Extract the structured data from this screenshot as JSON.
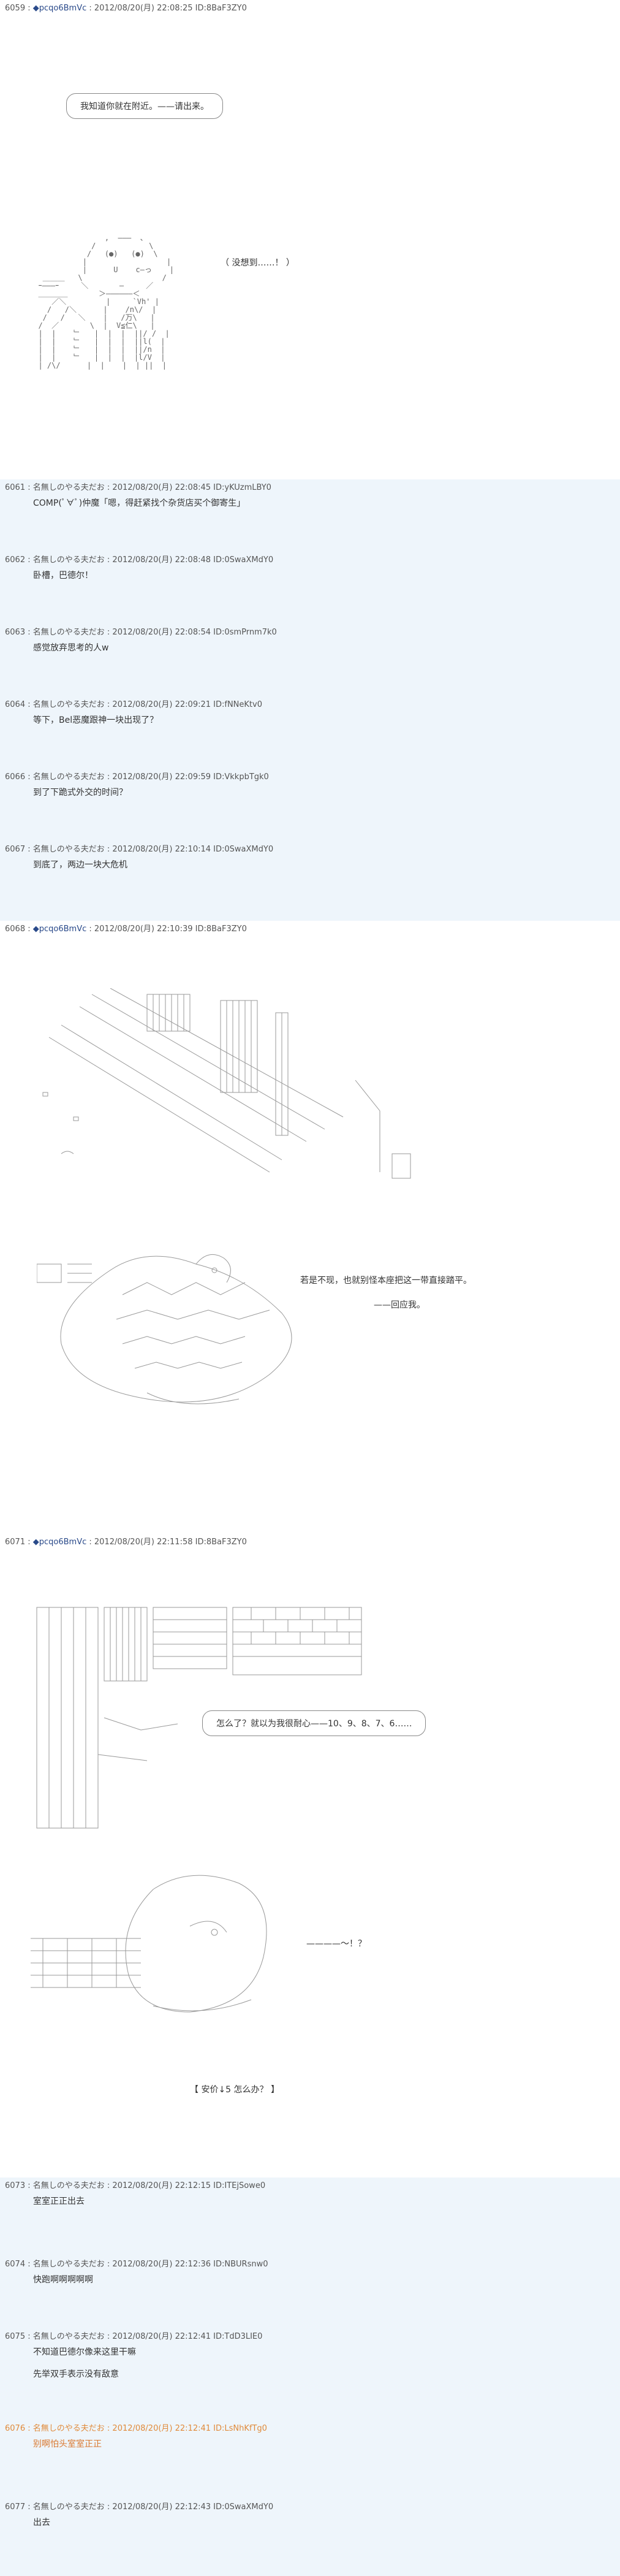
{
  "posts": [
    {
      "num": "6059",
      "name": "◆pcqo6BmVc",
      "date": "2012/08/20(月) 22:08:25",
      "id": "ID:8BaF3ZY0"
    },
    {
      "num": "6061",
      "name": "名無しのやる夫だお",
      "date": "2012/08/20(月) 22:08:45",
      "id": "ID:yKUzmLBY0",
      "text": "COMP(ﾟ∀ﾟ)仲魔「嗯，得赶紧找个杂货店买个御寄生」"
    },
    {
      "num": "6062",
      "name": "名無しのやる夫だお",
      "date": "2012/08/20(月) 22:08:48",
      "id": "ID:0SwaXMdY0",
      "text": "卧槽，巴德尔！"
    },
    {
      "num": "6063",
      "name": "名無しのやる夫だお",
      "date": "2012/08/20(月) 22:08:54",
      "id": "ID:0smPrnm7k0",
      "text": "感觉放弃思考的人w"
    },
    {
      "num": "6064",
      "name": "名無しのやる夫だお",
      "date": "2012/08/20(月) 22:09:21",
      "id": "ID:fNNeKtv0",
      "text": "等下，Bel恶魔跟神一块出现了？"
    },
    {
      "num": "6066",
      "name": "名無しのやる夫だお",
      "date": "2012/08/20(月) 22:09:59",
      "id": "ID:VkkpbTgk0",
      "text": "到了下跪式外交的时间？"
    },
    {
      "num": "6067",
      "name": "名無しのやる夫だお",
      "date": "2012/08/20(月) 22:10:14",
      "id": "ID:0SwaXMdY0",
      "text": "到底了，两边一块大危机"
    },
    {
      "num": "6068",
      "name": "◆pcqo6BmVc",
      "date": "2012/08/20(月) 22:10:39",
      "id": "ID:8BaF3ZY0"
    },
    {
      "num": "6071",
      "name": "◆pcqo6BmVc",
      "date": "2012/08/20(月) 22:11:58",
      "id": "ID:8BaF3ZY0"
    },
    {
      "num": "6073",
      "name": "名無しのやる夫だお",
      "date": "2012/08/20(月) 22:12:15",
      "id": "ID:ITEjSowe0",
      "text": "室室正正出去"
    },
    {
      "num": "6074",
      "name": "名無しのやる夫だお",
      "date": "2012/08/20(月) 22:12:36",
      "id": "ID:NBURsnw0",
      "text": "快跑啊啊啊啊啊"
    },
    {
      "num": "6075",
      "name": "名無しのやる夫だお",
      "date": "2012/08/20(月) 22:12:41",
      "id": "ID:TdD3LIE0",
      "text": "不知道巴德尔像来这里干嘛\n\n先举双手表示没有敌意"
    },
    {
      "num": "6076",
      "name": "名無しのやる夫だお",
      "date": "2012/08/20(月) 22:12:41",
      "id": "ID:LsNhKfTg0",
      "text": "别啊怕头室室正正"
    },
    {
      "num": "6077",
      "name": "名無しのやる夫だお",
      "date": "2012/08/20(月) 22:12:43",
      "id": "ID:0SwaXMdY0",
      "text": "出去"
    }
  ],
  "dialogue": {
    "p6059_bubble": "我知道你就在附近。——请出来。",
    "p6059_side": "（ 没想到……！ ）",
    "p6068_line1": "若是不现，也就别怪本座把这一带直接踏平。",
    "p6068_line2": "——回应我。",
    "p6071_bubble": "怎么了？就以为我很耐心——10、9、8、7、6……",
    "p6071_sound": "————～！？",
    "p6071_choice": "【 安价↓5 怎么办？ 】"
  },
  "colors": {
    "reply_bg": "#eef5fb",
    "highlight": "#d9782f",
    "trip": "#2a4a8a"
  }
}
